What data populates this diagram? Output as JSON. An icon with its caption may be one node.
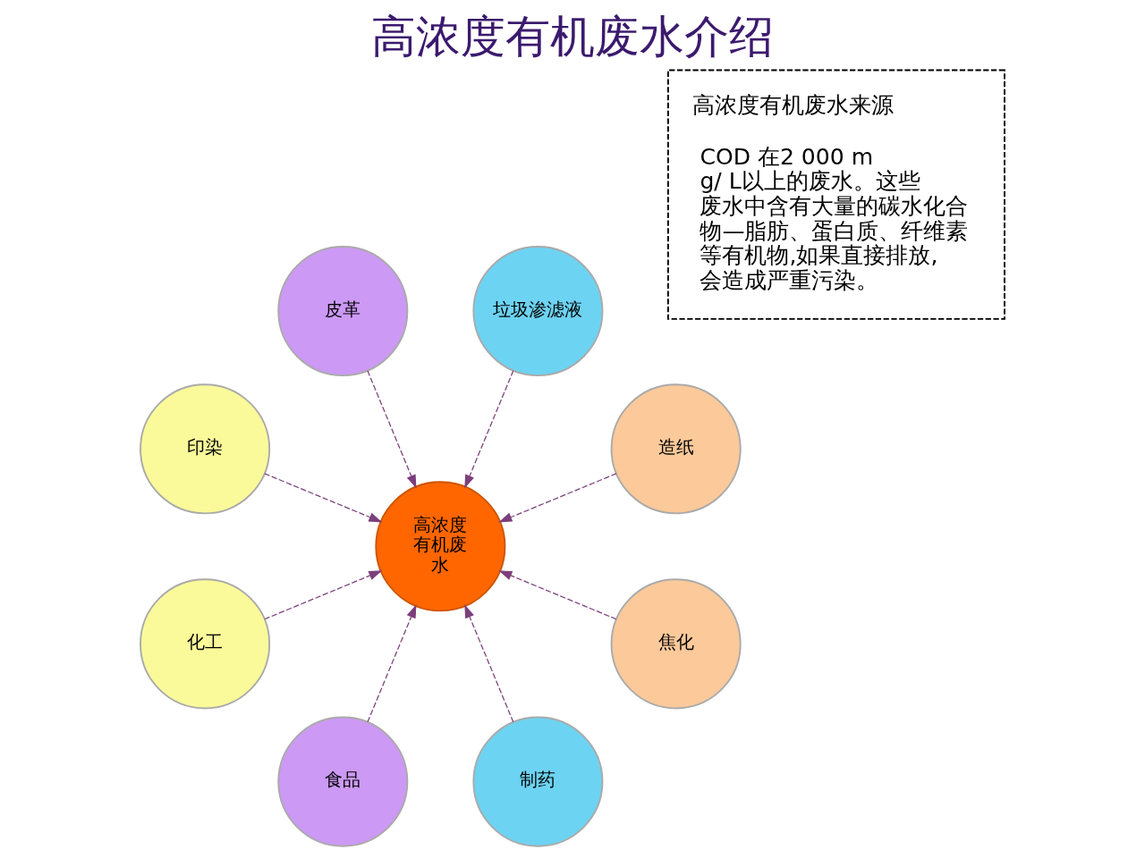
{
  "diagram": {
    "title": "高浓度有机废水介绍",
    "nodes": [
      {
        "text": [
          "高浓度有机废水来源",
          "COD 在2 000 mg/ L以上的废水。这些废水中含有大量的碳水化合物—脂肪、蛋白质、纤维素等有机物,如果直接排放,会造成严重污染。"
        ]
      },
      {
        "text": [
          "造纸"
        ]
      },
      {
        "text": [
          "垃圾渗滤液"
        ]
      },
      {
        "text": [
          "皮革"
        ]
      },
      {
        "text": [
          "印染"
        ]
      },
      {
        "text": [
          "高浓度有机废水"
        ]
      },
      {
        "text": [
          "化工"
        ]
      },
      {
        "text": [
          "食品"
        ]
      },
      {
        "text": [
          "制药"
        ]
      },
      {
        "text": [
          "焦化"
        ]
      }
    ],
    "edges": [
      {
        "from": 1,
        "to": 5,
        "arrow": "to",
        "style": "dashed"
      },
      {
        "from": 2,
        "to": 5,
        "arrow": "to",
        "style": "dashed"
      },
      {
        "from": 3,
        "to": 5,
        "arrow": "to",
        "style": "dashed"
      },
      {
        "from": 4,
        "to": 5,
        "arrow": "to",
        "style": "dashed"
      },
      {
        "from": 6,
        "to": 5,
        "arrow": "to",
        "style": "dashed"
      },
      {
        "from": 7,
        "to": 5,
        "arrow": "to",
        "style": "dashed"
      },
      {
        "from": 8,
        "to": 5,
        "arrow": "to",
        "style": "dashed"
      },
      {
        "from": 9,
        "to": 5,
        "arrow": "to",
        "style": "dashed"
      }
    ]
  }
}
